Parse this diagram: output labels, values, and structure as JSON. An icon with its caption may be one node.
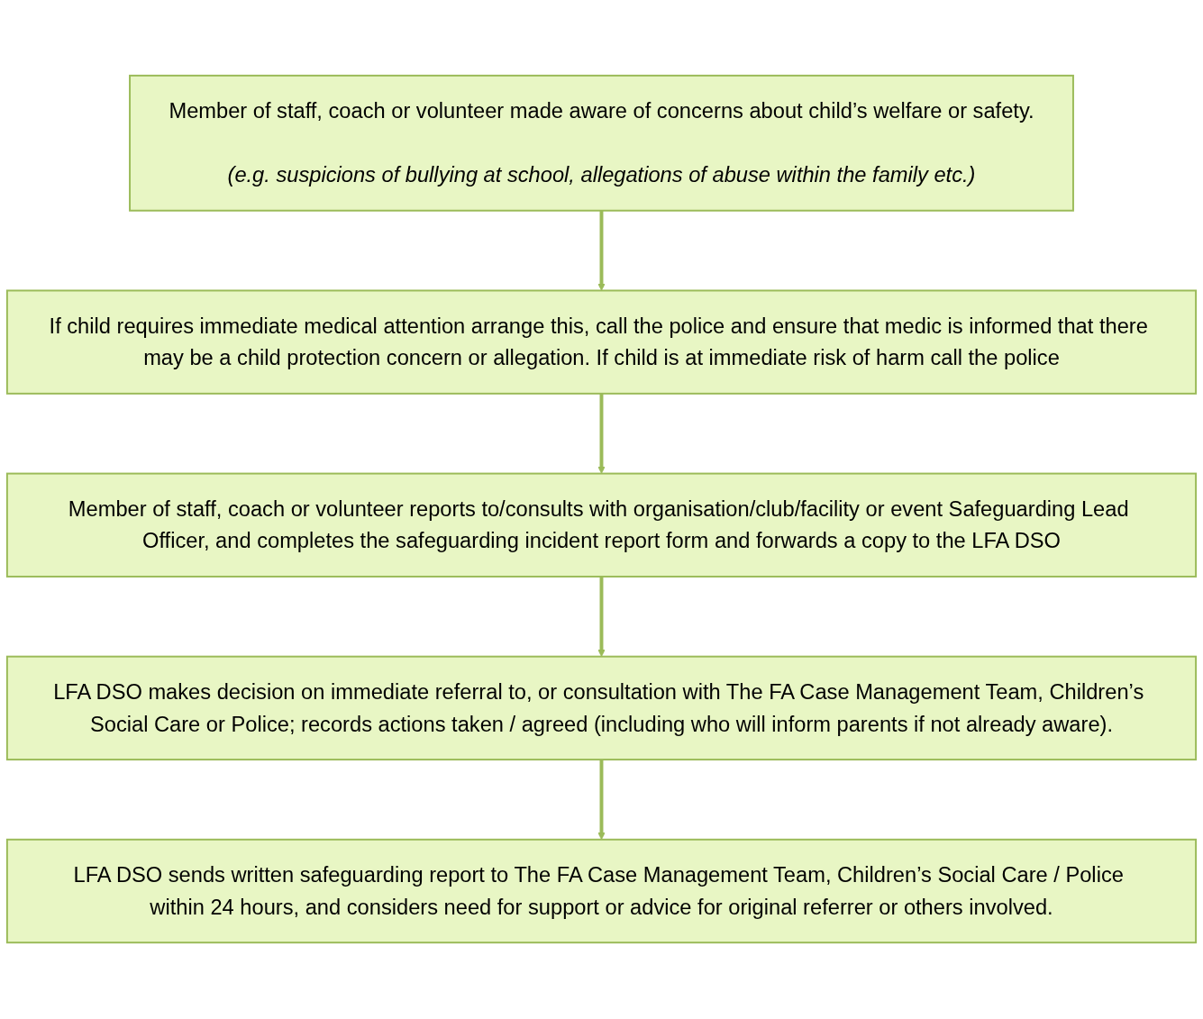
{
  "diagram": {
    "nodes": [
      {
        "text": [
          "Member of staff, coach or volunteer made aware of concerns about child’s welfare or safety.",
          "(e.g. suspicions of bullying at school, allegations of abuse within the family etc.)"
        ]
      },
      {
        "text": [
          "If child requires immediate medical attention arrange this, call the police and ensure that medic is informed that there may be a child protection concern or allegation. If child is at immediate risk of harm call the police"
        ]
      },
      {
        "text": [
          "Member of staff, coach or volunteer reports to/consults with organisation/club/facility or event Safeguarding Lead Officer, and completes the safeguarding incident report form and forwards a copy to the LFA DSO"
        ]
      },
      {
        "text": [
          "LFA DSO makes decision on immediate referral to, or consultation with The FA Case Management Team, Children’s Social Care or Police; records actions taken / agreed (including who will inform parents if not already aware)."
        ]
      },
      {
        "text": [
          "LFA DSO sends written safeguarding report to The FA Case Management Team, Children’s Social Care / Police within 24 hours, and considers need for support or advice for original referrer or others involved."
        ]
      }
    ],
    "edges": [
      {
        "from": 0,
        "to": 1,
        "arrow": "to"
      },
      {
        "from": 1,
        "to": 2,
        "arrow": "to"
      },
      {
        "from": 2,
        "to": 3,
        "arrow": "to"
      },
      {
        "from": 3,
        "to": 4,
        "arrow": "to"
      }
    ]
  }
}
